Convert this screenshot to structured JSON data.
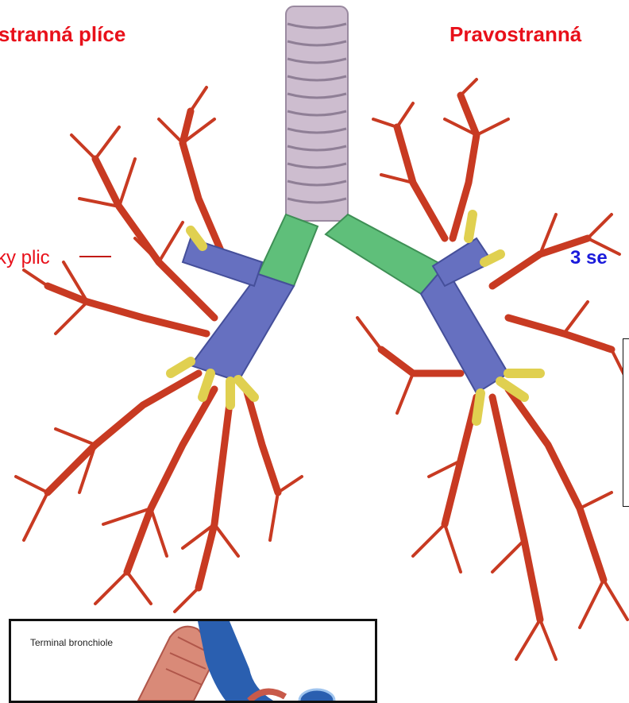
{
  "labels": {
    "left_title": "ostranná  plíce",
    "right_title": "Pravostranná",
    "left_segment_text": "ky plic",
    "right_segment_text": "3 se"
  },
  "inset": {
    "caption": "Terminal bronchiole"
  },
  "colors": {
    "label_red": "#e8101a",
    "label_blue": "#1a1adb",
    "trachea": "#c8b8c8",
    "main_bronchus": "#5fbf7a",
    "lobar_bronchus": "#6670c0",
    "segmental_bronchus": "#e0d050",
    "branches": "#c83a22"
  }
}
